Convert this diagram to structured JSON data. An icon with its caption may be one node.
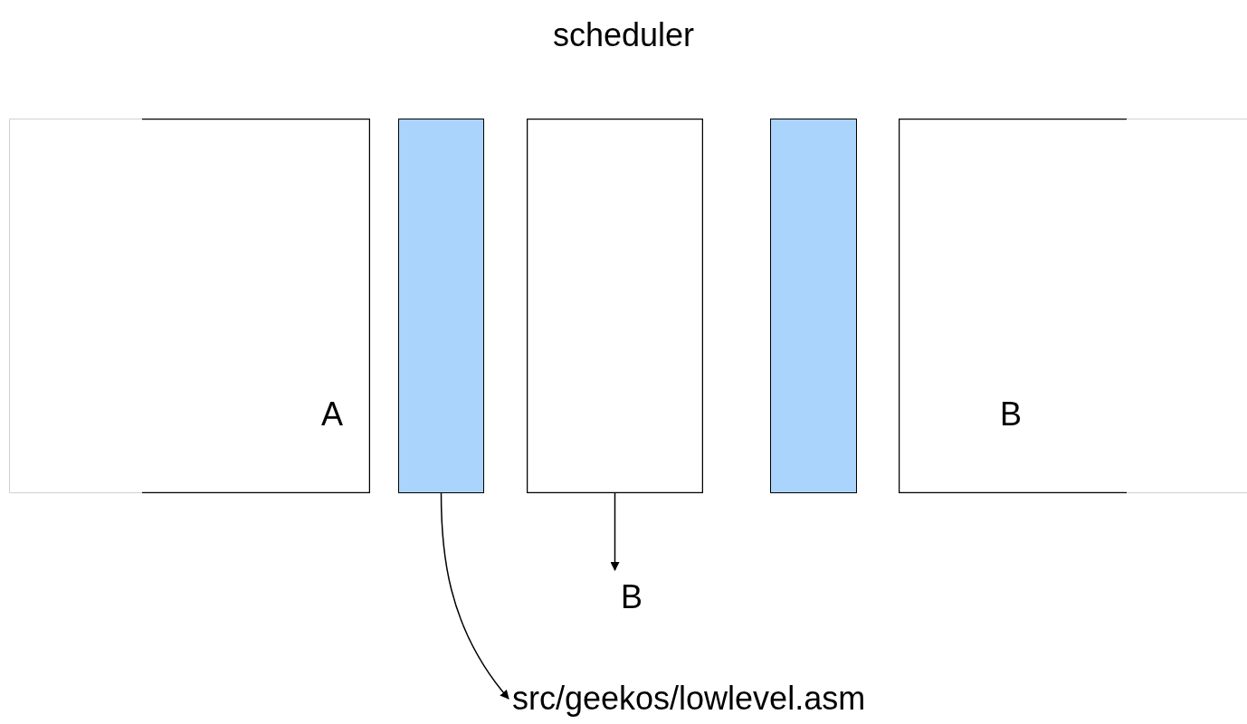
{
  "diagram": {
    "title": "scheduler",
    "nodes": [
      {
        "text": [
          "A"
        ]
      },
      {
        "text": [],
        "shape": "bar"
      },
      {
        "text": [],
        "shape": "box"
      },
      {
        "text": [],
        "shape": "bar"
      },
      {
        "text": [
          "B"
        ]
      },
      {
        "text": [
          "B"
        ]
      },
      {
        "text": [
          "src/geekos/lowlevel.asm"
        ]
      }
    ],
    "edges": [
      {
        "from": 2,
        "to": 5,
        "arrow": "to"
      },
      {
        "from": 1,
        "to": 6,
        "arrow": "to"
      }
    ]
  }
}
